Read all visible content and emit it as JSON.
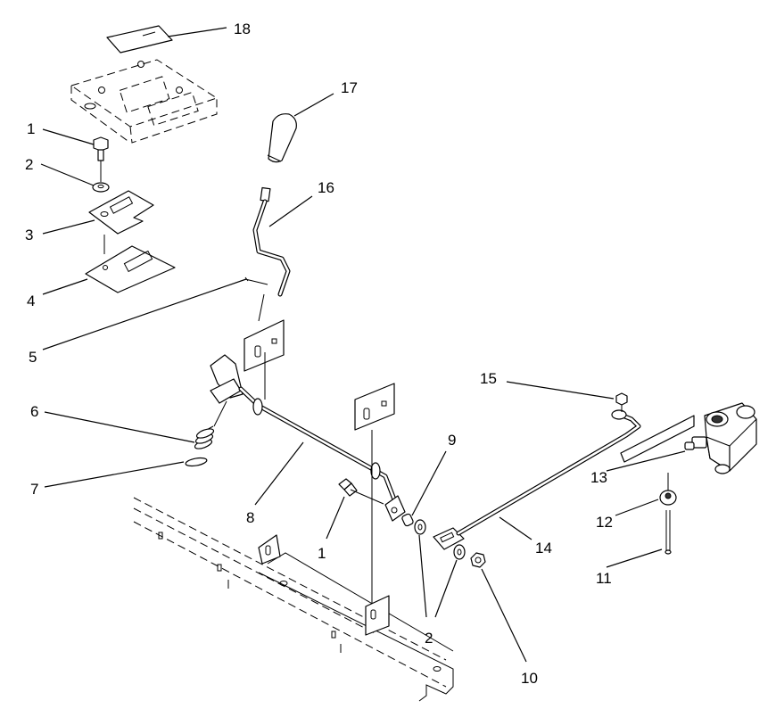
{
  "callouts": [
    {
      "id": "c1a",
      "text": "1"
    },
    {
      "id": "c2a",
      "text": "2"
    },
    {
      "id": "c3",
      "text": "3"
    },
    {
      "id": "c4",
      "text": "4"
    },
    {
      "id": "c5",
      "text": "5"
    },
    {
      "id": "c6",
      "text": "6"
    },
    {
      "id": "c7",
      "text": "7"
    },
    {
      "id": "c8",
      "text": "8"
    },
    {
      "id": "c1b",
      "text": "1"
    },
    {
      "id": "c9",
      "text": "9"
    },
    {
      "id": "c2b",
      "text": "2"
    },
    {
      "id": "c10",
      "text": "10"
    },
    {
      "id": "c11",
      "text": "11"
    },
    {
      "id": "c12",
      "text": "12"
    },
    {
      "id": "c13",
      "text": "13"
    },
    {
      "id": "c14",
      "text": "14"
    },
    {
      "id": "c15",
      "text": "15"
    },
    {
      "id": "c16",
      "text": "16"
    },
    {
      "id": "c17",
      "text": "17"
    },
    {
      "id": "c18",
      "text": "18"
    }
  ]
}
